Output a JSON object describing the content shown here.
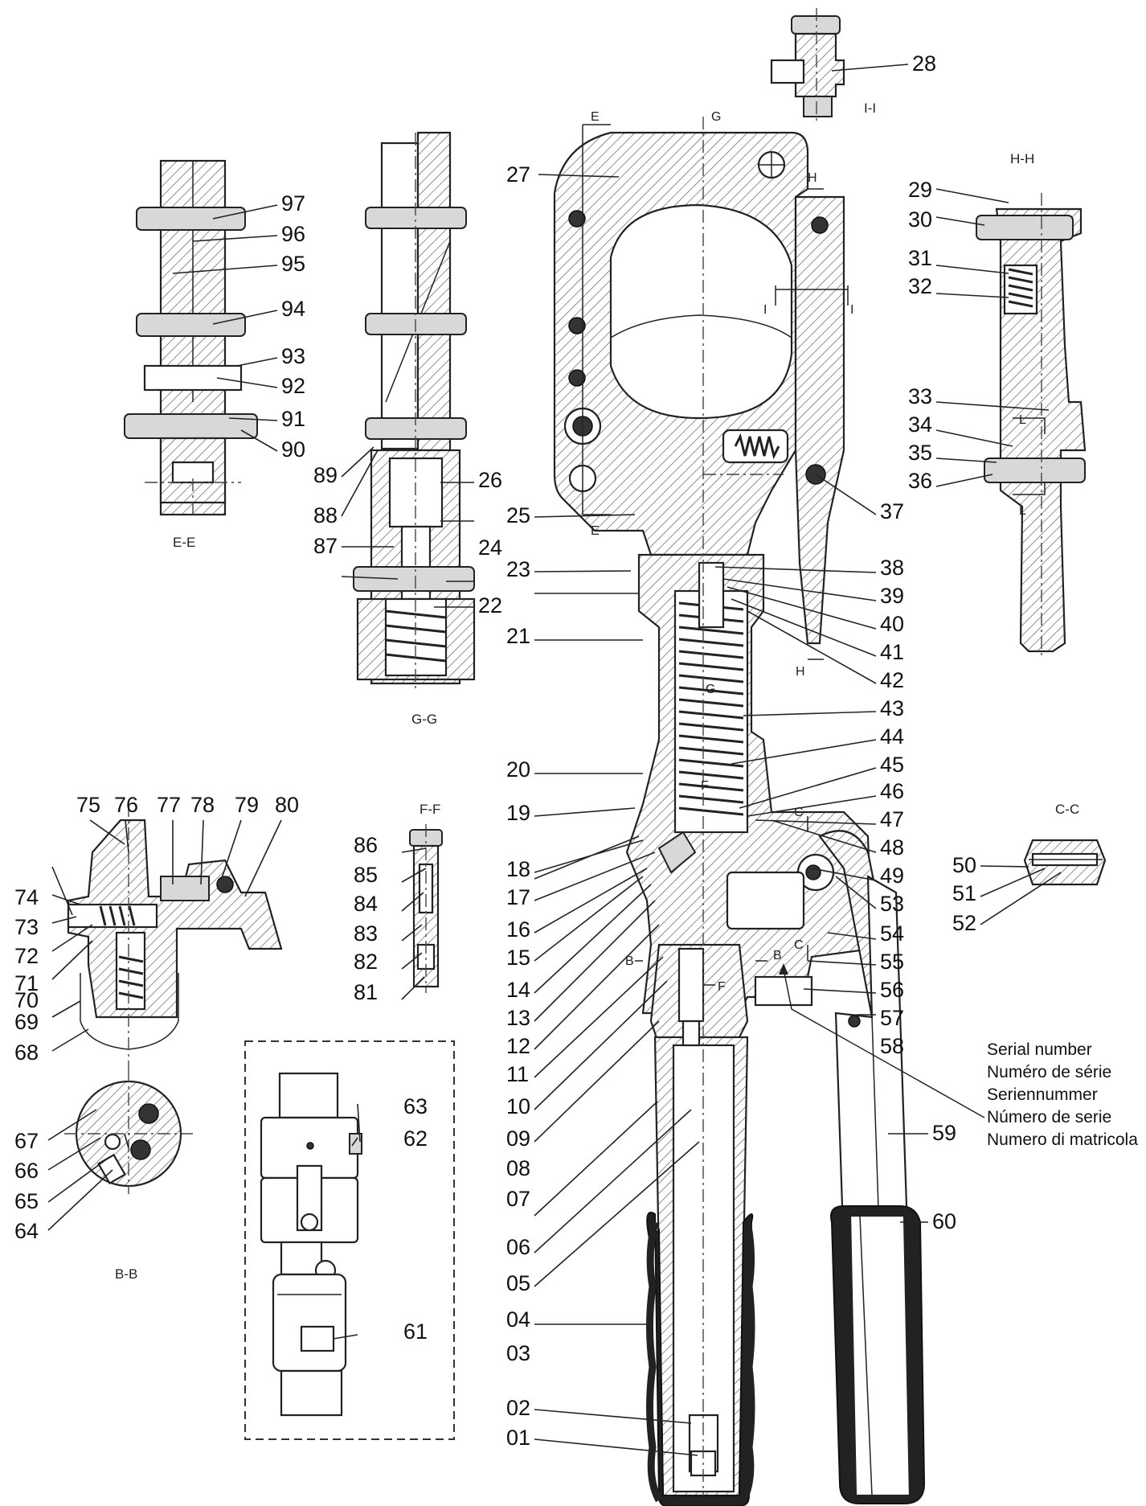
{
  "section_labels": {
    "ee": "E-E",
    "gg": "G-G",
    "hh": "H-H",
    "ii": "I-I",
    "ff": "F-F",
    "cc": "C-C",
    "bb": "B-B"
  },
  "cut_letters": {
    "e_top": "E",
    "e_bottom": "E",
    "g_top": "G",
    "g_mid": "G",
    "h_top": "H",
    "h_bottom": "H",
    "i_left": "I",
    "i_right": "I",
    "b_left": "B",
    "b_right": "B",
    "c_top": "C",
    "c_bottom": "C",
    "f_top": "F",
    "f_bottom": "F",
    "l_top": "L",
    "l_bottom": "L"
  },
  "serial_labels": [
    "Serial number",
    "Numéro de série",
    "Seriennummer",
    "Número de serie",
    "Numero di matricola"
  ],
  "part_numbers": {
    "p01": "01",
    "p02": "02",
    "p03": "03",
    "p04": "04",
    "p05": "05",
    "p06": "06",
    "p07": "07",
    "p08": "08",
    "p09": "09",
    "p10": "10",
    "p11": "11",
    "p12": "12",
    "p13": "13",
    "p14": "14",
    "p15": "15",
    "p16": "16",
    "p17": "17",
    "p18": "18",
    "p19": "19",
    "p20": "20",
    "p21": "21",
    "p22": "22",
    "p23": "23",
    "p24": "24",
    "p25": "25",
    "p26": "26",
    "p27": "27",
    "p28": "28",
    "p29": "29",
    "p30": "30",
    "p31": "31",
    "p32": "32",
    "p33": "33",
    "p34": "34",
    "p35": "35",
    "p36": "36",
    "p37": "37",
    "p38": "38",
    "p39": "39",
    "p40": "40",
    "p41": "41",
    "p42": "42",
    "p43": "43",
    "p44": "44",
    "p45": "45",
    "p46": "46",
    "p47": "47",
    "p48": "48",
    "p49": "49",
    "p50": "50",
    "p51": "51",
    "p52": "52",
    "p53": "53",
    "p54": "54",
    "p55": "55",
    "p56": "56",
    "p57": "57",
    "p58": "58",
    "p59": "59",
    "p60": "60",
    "p61": "61",
    "p62": "62",
    "p63": "63",
    "p64": "64",
    "p65": "65",
    "p66": "66",
    "p67": "67",
    "p68": "68",
    "p69": "69",
    "p70": "70",
    "p71": "71",
    "p72": "72",
    "p73": "73",
    "p74": "74",
    "p75": "75",
    "p76": "76",
    "p77": "77",
    "p78": "78",
    "p79": "79",
    "p80": "80",
    "p81": "81",
    "p82": "82",
    "p83": "83",
    "p84": "84",
    "p85": "85",
    "p86": "86",
    "p87": "87",
    "p88": "88",
    "p89": "89",
    "p90": "90",
    "p91": "91",
    "p92": "92",
    "p93": "93",
    "p94": "94",
    "p95": "95",
    "p96": "96",
    "p97": "97"
  }
}
